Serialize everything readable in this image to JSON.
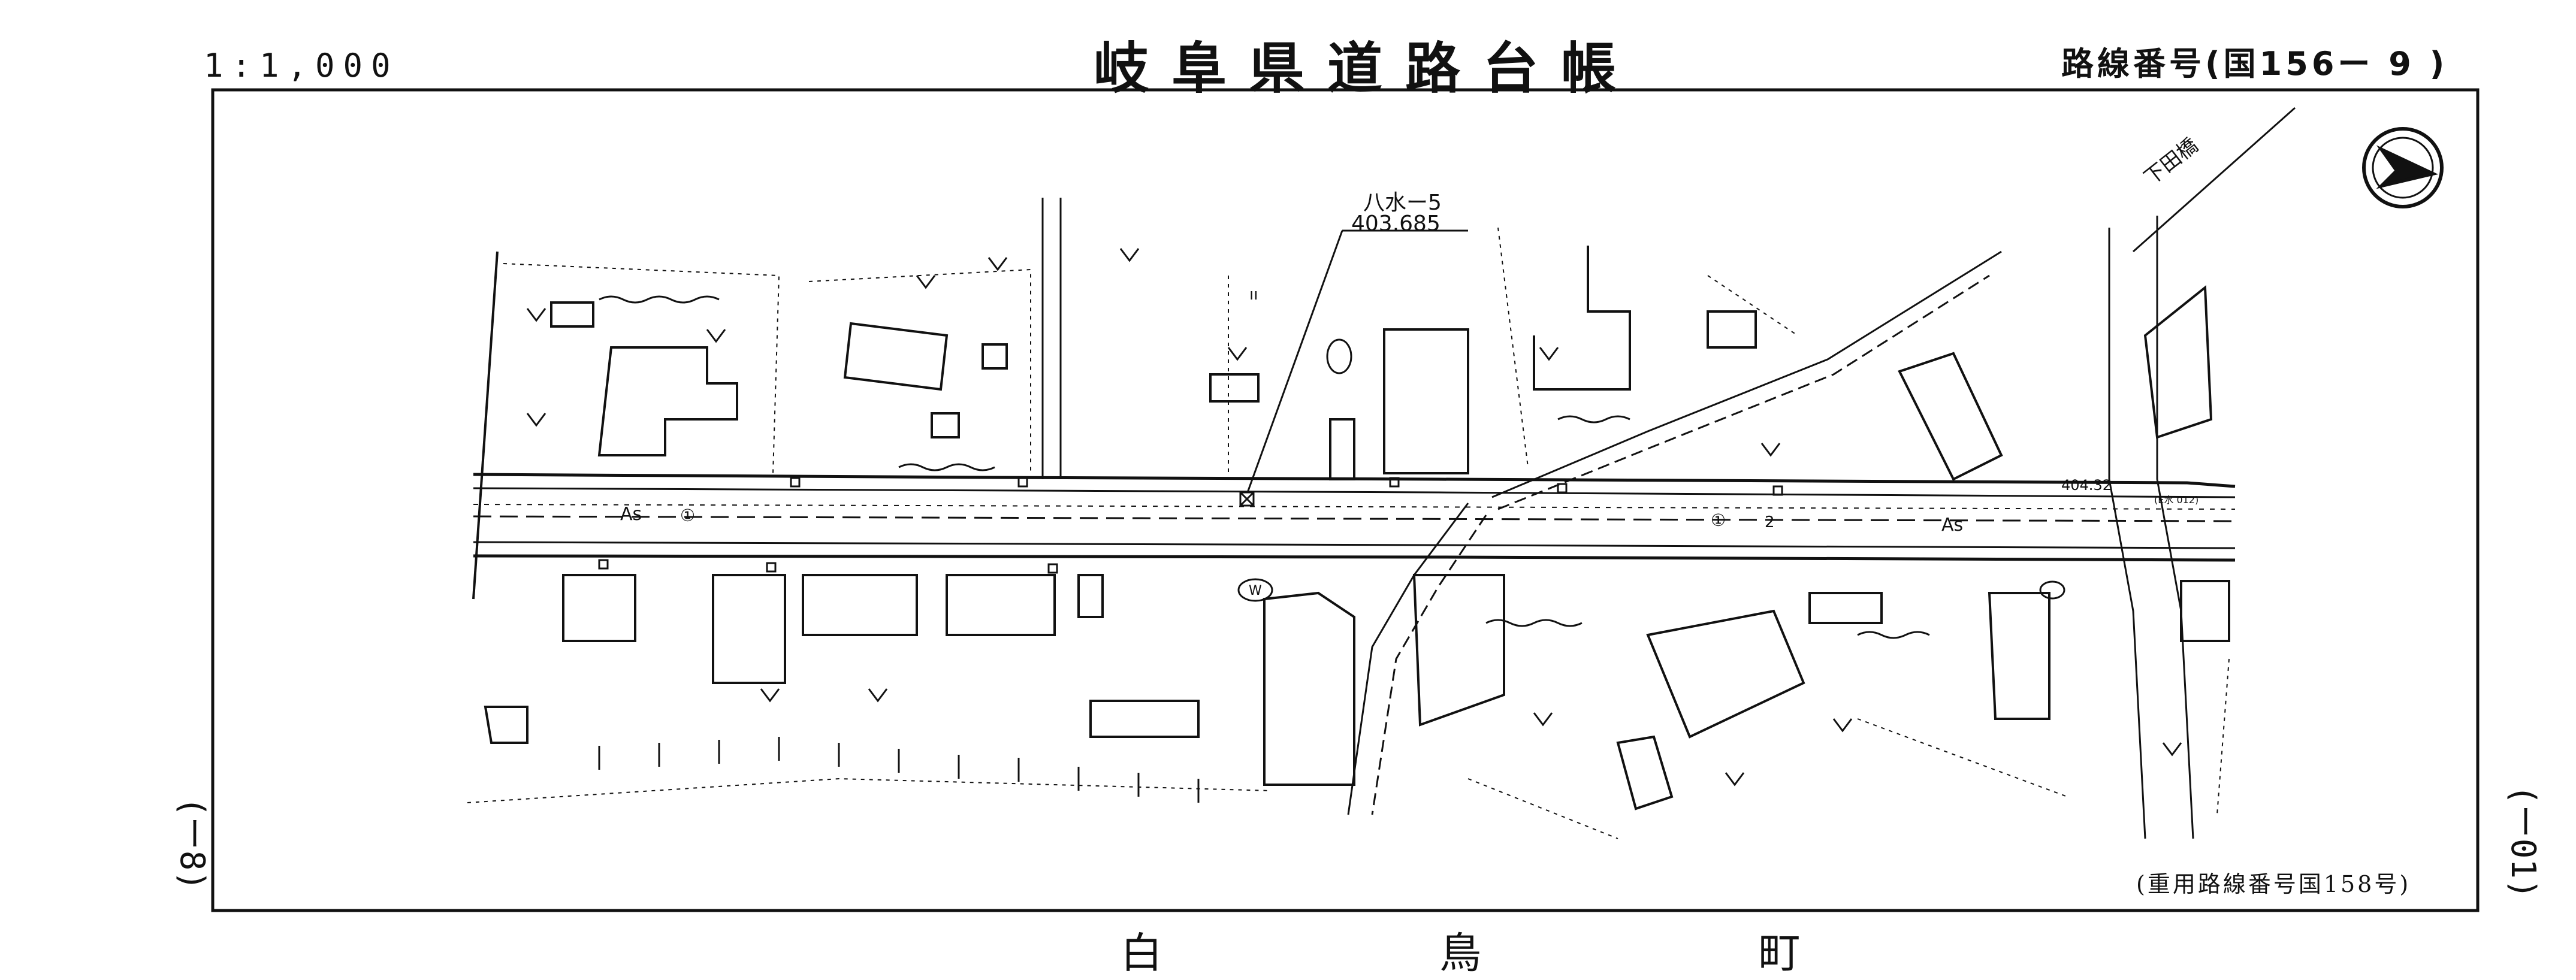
{
  "header": {
    "scale": "1:1,000",
    "title": "岐阜県道路台帳",
    "route_number": "路線番号(国156ー 9 )"
  },
  "map": {
    "north_arrow": "north-arrow-icon",
    "bridge_label": "下田橋",
    "benchmark_name": "八水ー5",
    "benchmark_value": "403.685",
    "elevation_label": "404.32",
    "surface_label_left": "As",
    "surface_label_right": "As",
    "lane_marker_left": "①",
    "lane_marker_right": "①",
    "lane_number": "2",
    "river_label": "(E水 012)",
    "marker_w": "W",
    "field_mark": "ıı"
  },
  "footer": {
    "shared_route": "(重用路線番号国158号)",
    "town_name": "白 鳥 町",
    "sheet_left": "(ー8)",
    "sheet_right": "(ー01)"
  },
  "colors": {
    "ink": "#111111",
    "paper": "#ffffff"
  }
}
